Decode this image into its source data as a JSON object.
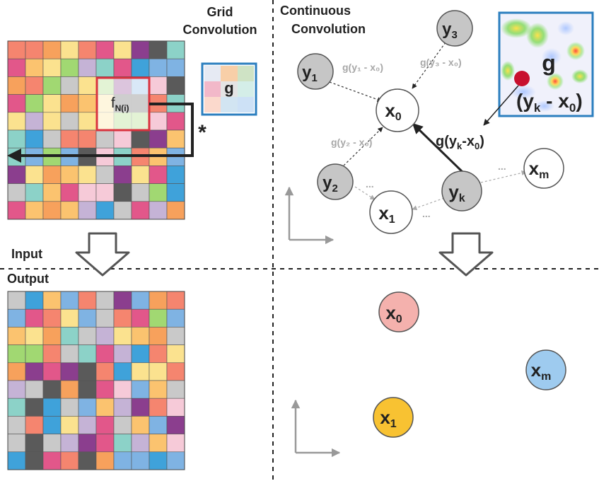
{
  "labels": {
    "grid_title_1": "Grid",
    "grid_title_2": "Convolution",
    "cont_title_1": "Continuous",
    "cont_title_2": "Convolution",
    "input": "Input",
    "output": "Output",
    "star": "*"
  },
  "kernel": {
    "f_main": "f",
    "f_sub": "N(i)",
    "g": "g"
  },
  "heatmap": {
    "g": "g",
    "yk_x0": "(y",
    "yk_sub": "k",
    "yk_tail": " - x",
    "yk_tail_sub": "0",
    "yk_close": ")"
  },
  "nodes": {
    "y1": {
      "main": "y",
      "sub": "1"
    },
    "y2": {
      "main": "y",
      "sub": "2"
    },
    "y3": {
      "main": "y",
      "sub": "3"
    },
    "yk": {
      "main": "y",
      "sub": "k"
    },
    "x0": {
      "main": "x",
      "sub": "0"
    },
    "x1": {
      "main": "x",
      "sub": "1"
    },
    "xm": {
      "main": "x",
      "sub": "m"
    },
    "out_x0": {
      "main": "x",
      "sub": "0"
    },
    "out_x1": {
      "main": "x",
      "sub": "1"
    },
    "out_xm": {
      "main": "x",
      "sub": "m"
    }
  },
  "edge_labels": {
    "g_y1": "g(y₁ - x₀)",
    "g_y3": "g(y₃ - x₀)",
    "g_y2": "g(y₂ - x₀)",
    "g_yk_main": "g(y",
    "g_yk_sub": "k",
    "g_yk_mid": "-x",
    "g_yk_sub2": "0",
    "g_yk_close": ")",
    "dots": "..."
  },
  "colors": {
    "grid_palette": [
      "#f7a15c",
      "#e2578a",
      "#a1d872",
      "#8cd2c8",
      "#7fb3e3",
      "#fbe28f",
      "#c5b3d6",
      "#8b3e8e",
      "#5a5a5a",
      "#f6cad8",
      "#3fa2da",
      "#c9c9c9",
      "#f5856f",
      "#fbc36f"
    ],
    "kernel_border": "#d9333f",
    "g_border": "#2c7fbf",
    "node_grey": "#c6c6c6",
    "out_x0": "#f4b1ad",
    "out_x1": "#f8c232",
    "out_xm": "#9ecbef",
    "heat_red": "#c8102e"
  }
}
